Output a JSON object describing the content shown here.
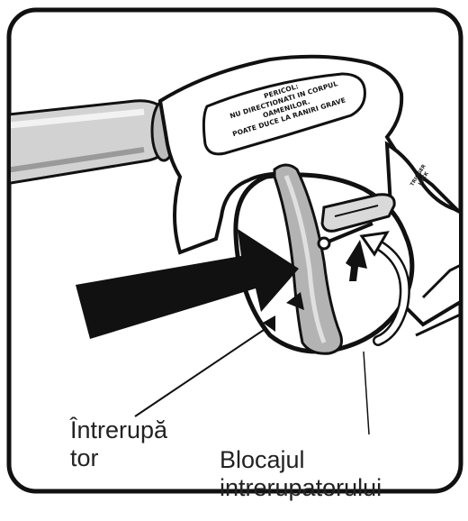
{
  "warning_label": {
    "lines": [
      "PERICOL:",
      "NU DIRECTIONATI IN CORPUL",
      "OAMENILOR.",
      "POATE DUCE LA RANIRI GRAVE"
    ]
  },
  "trigger_lock_tag": {
    "lines": [
      "TRIGGER",
      "LOCK"
    ]
  },
  "callouts": {
    "trigger": [
      "Întrerupă",
      "tor"
    ],
    "trigger_lock": [
      "Blocajul",
      "intrerupatorului"
    ]
  }
}
